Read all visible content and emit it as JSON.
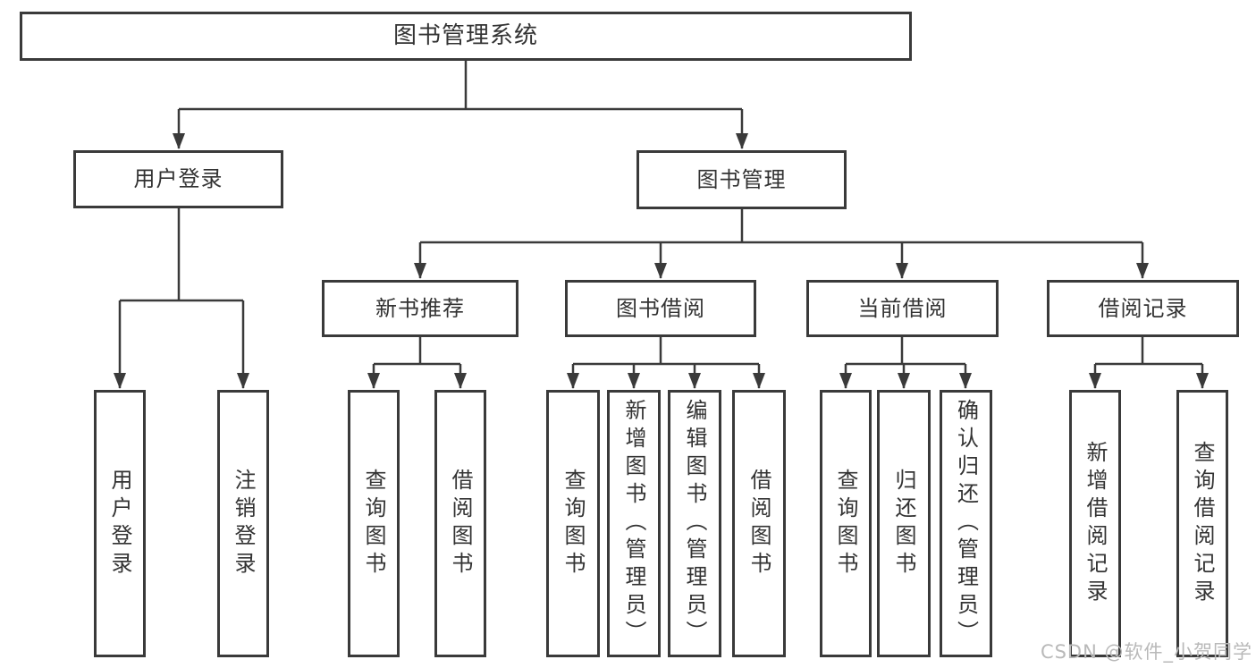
{
  "root": {
    "label": "图书管理系统"
  },
  "user_login": {
    "label": "用户登录",
    "leaves": {
      "login": {
        "label": "用户登录"
      },
      "logout": {
        "label": "注销登录"
      }
    }
  },
  "book_mgmt": {
    "label": "图书管理"
  },
  "new_book_rec": {
    "label": "新书推荐",
    "leaves": {
      "query": {
        "label": "查询图书"
      },
      "borrow": {
        "label": "借阅图书"
      }
    }
  },
  "book_borrow": {
    "label": "图书借阅",
    "leaves": {
      "query": {
        "label": "查询图书"
      },
      "add": {
        "label": "新增图书（管理员）"
      },
      "edit": {
        "label": "编辑图书（管理员）"
      },
      "borrow": {
        "label": "借阅图书"
      }
    }
  },
  "current_borrow": {
    "label": "当前借阅",
    "leaves": {
      "query": {
        "label": "查询图书"
      },
      "return": {
        "label": "归还图书"
      },
      "confirm": {
        "label": "确认归还（管理员）"
      }
    }
  },
  "borrow_record": {
    "label": "借阅记录",
    "leaves": {
      "add": {
        "label": "新增借阅记录"
      },
      "query": {
        "label": "查询借阅记录"
      }
    }
  },
  "hierarchy_edges": [
    [
      "图书管理系统",
      "用户登录"
    ],
    [
      "图书管理系统",
      "图书管理"
    ],
    [
      "用户登录",
      "用户登录"
    ],
    [
      "用户登录",
      "注销登录"
    ],
    [
      "图书管理",
      "新书推荐"
    ],
    [
      "图书管理",
      "图书借阅"
    ],
    [
      "图书管理",
      "当前借阅"
    ],
    [
      "图书管理",
      "借阅记录"
    ],
    [
      "新书推荐",
      "查询图书"
    ],
    [
      "新书推荐",
      "借阅图书"
    ],
    [
      "图书借阅",
      "查询图书"
    ],
    [
      "图书借阅",
      "新增图书（管理员）"
    ],
    [
      "图书借阅",
      "编辑图书（管理员）"
    ],
    [
      "图书借阅",
      "借阅图书"
    ],
    [
      "当前借阅",
      "查询图书"
    ],
    [
      "当前借阅",
      "归还图书"
    ],
    [
      "当前借阅",
      "确认归还（管理员）"
    ],
    [
      "借阅记录",
      "新增借阅记录"
    ],
    [
      "借阅记录",
      "查询借阅记录"
    ]
  ],
  "watermark": "CSDN @软件_小贺同学",
  "colors": {
    "line": "#3a3a3a",
    "text": "#333333",
    "watermark": "#b9b9b9",
    "background": "#ffffff"
  }
}
